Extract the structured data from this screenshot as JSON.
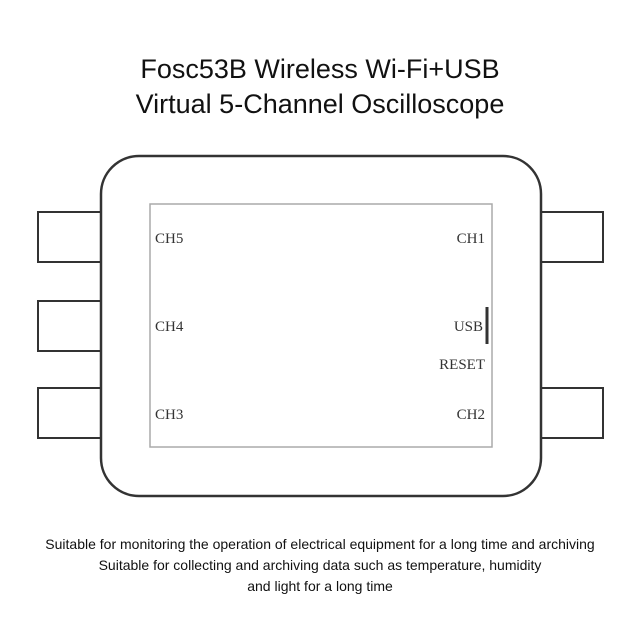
{
  "title": {
    "line1": "Fosc53B Wireless Wi-Fi+USB",
    "line2": "Virtual 5-Channel Oscilloscope"
  },
  "device": {
    "labels": {
      "ch5": "CH5",
      "ch4": "CH4",
      "ch3": "CH3",
      "ch1": "CH1",
      "usb": "USB",
      "reset": "RESET",
      "ch2": "CH2"
    }
  },
  "description": {
    "line1": "Suitable for monitoring the operation of electrical equipment for a long time and archiving",
    "line2": "Suitable for collecting and archiving data such as temperature, humidity",
    "line3": "and light for a long time"
  },
  "colors": {
    "outline": "#333333",
    "inner_frame": "#aaaaaa"
  }
}
